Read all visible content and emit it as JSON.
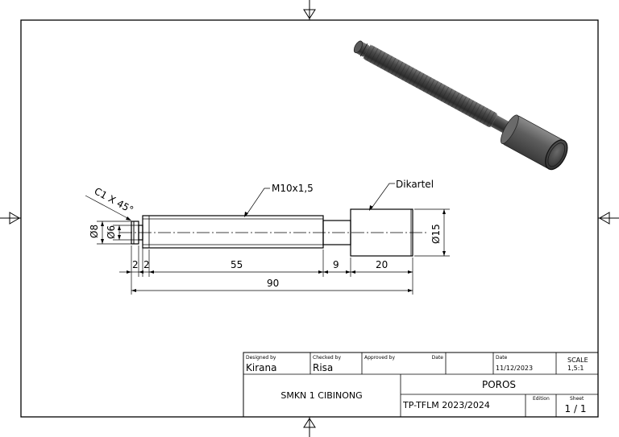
{
  "drawing": {
    "annotations": {
      "chamfer": "C1 X 45°",
      "thread": "M10x1,5",
      "knurl": "Dikartel",
      "dia_thread_minor": "Ø6",
      "dia_thread_major": "Ø8",
      "dia_head": "Ø15"
    },
    "dimensions": {
      "d_chamfer": "2",
      "d_groove": "2",
      "d_thread": "55",
      "d_neck": "9",
      "d_head": "20",
      "d_total": "90"
    }
  },
  "title_block": {
    "designed_by_label": "Designed by",
    "designed_by": "Kirana",
    "checked_by_label": "Checked by",
    "checked_by": "Risa",
    "approved_by_label": "Approved by",
    "date_label_1": "Date",
    "date_label_2": "Date",
    "date": "11/12/2023",
    "scale_label": "SCALE",
    "scale": "1,5:1",
    "organization": "SMKN 1 CIBINONG",
    "part_name": "POROS",
    "class_code": "TP-TFLM 2023/2024",
    "edition_label": "Edition",
    "sheet_label": "Sheet",
    "sheet": "1 / 1"
  }
}
